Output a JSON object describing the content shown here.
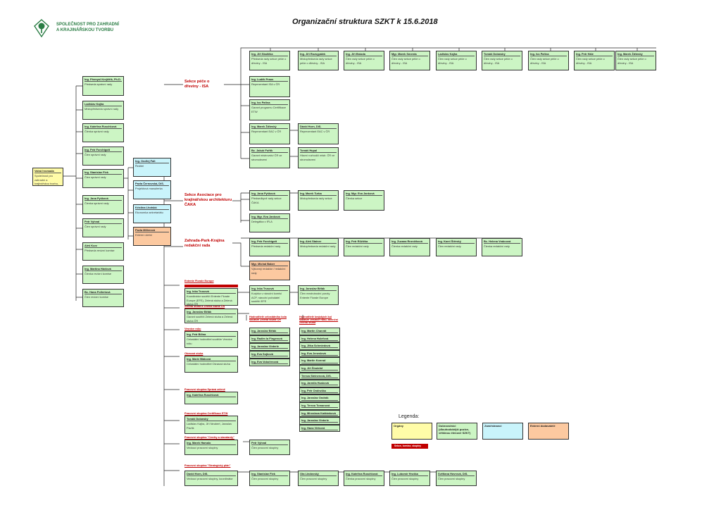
{
  "header": {
    "title": "Organizační struktura SZKT k 15.6.2018",
    "org_name_line1": "SPOLEČNOST PRO ZAHRADNÍ",
    "org_name_line2": "A KRAJINÁŘSKOU TVORBU"
  },
  "valna_hromada": {
    "name": "Valná hromada",
    "role": "Společnost pro zahradní a krajinářskou tvorbu, zapsaný spolek"
  },
  "council": [
    {
      "name": "Ing. Přemysl Krejčiřík, Ph.D.",
      "role": "Předseda správní rady"
    },
    {
      "name": "Ladislav Kajha",
      "role": "Místopředseda správní rady"
    },
    {
      "name": "Ing. Kateřina Ruschková",
      "role": "Členka správní rady"
    },
    {
      "name": "Ing. Petr Forchtgott",
      "role": "Člen správní rady"
    },
    {
      "name": "Ing. Stanislav Fiek",
      "role": "Člen správní rady"
    },
    {
      "name": "Ing. Jana Pyšková",
      "role": "Členka správní rady"
    },
    {
      "name": "Petr Vyhnal",
      "role": "Člen správní rady"
    },
    {
      "name": "Aleš Kurz",
      "role": "Předseda revizní komise"
    },
    {
      "name": "Ing. Martina Hávlová",
      "role": "Členka revizní komise"
    },
    {
      "name": "Bc. Hana Pollertová",
      "role": "Člen revizní komise"
    }
  ],
  "office": [
    {
      "name": "Ing. Ondřej Fait",
      "role": "Ředitel"
    },
    {
      "name": "Pavla Černovská, DiS.",
      "role": "Projektová manažerka"
    },
    {
      "name": "Kristina Lhotská",
      "role": "Ekonomka sekretariátu"
    },
    {
      "name": "Pavla Millerová",
      "role": "Externí účetní"
    }
  ],
  "sections": {
    "isa": "Sekce péče o dřeviny - ISA",
    "caka": "Sekce Asociace pro krajinářskou architekturu ČAKA",
    "zpk": "Zahrada-Park-Krajina redakční rada"
  },
  "isa_top": [
    {
      "name": "Ing. Jiří Skalička",
      "role": "Předseda rady sekce péče o dřeviny - ISA"
    },
    {
      "name": "Ing. Jiří Rozsypálek",
      "role": "Místopředseda rady sekce péče o dřeviny - ISA"
    },
    {
      "name": "Ing. Jiří Brázda",
      "role": "Člen rady sekce péče o dřeviny - ISA"
    },
    {
      "name": "Mgr. Marek Smerda",
      "role": "Člen rady sekce péče o dřeviny - ISA"
    },
    {
      "name": "Ladislav Kajha",
      "role": "Člen rady sekce péče o dřeviny - ISA"
    },
    {
      "name": "Tomáš Dolanský",
      "role": "Člen rady sekce péče o dřeviny - ISA"
    },
    {
      "name": "Ing. Ivo Pařina",
      "role": "Člen rady sekce péče o dřeviny - ISA"
    },
    {
      "name": "Ing. Petr Hále",
      "role": "Člen rady sekce péče o dřeviny - ISA"
    },
    {
      "name": "Ing. Marek Žďárský",
      "role": "Člen rady sekce péče o dřeviny - ISA"
    }
  ],
  "isa_col": [
    {
      "name": "Ing. Luděk Praus",
      "role": "Reprezentant ISA v ČR"
    },
    {
      "name": "Ing. Ivo Pařina",
      "role": "Garant programu Certifikace ETW"
    },
    {
      "name": "Ing. Marek Žďárský",
      "role": "Reprezentant EAC v ČR"
    },
    {
      "name": "Bc. Jakub Fořtík",
      "role": "Garant mistrovství ČR ve stromolezení"
    }
  ],
  "isa_col2": [
    {
      "name": "Dávid Horn, DiS.",
      "role": "Reprezentant EAC v ČR"
    },
    {
      "name": "Tomáš Hupal",
      "role": "Hlavní rozhodčí mistr. ČR ve stromolezení"
    }
  ],
  "caka_row": [
    {
      "name": "Ing. Jana Pyšková",
      "role": "Předsedkyně rady sekce ČAKA"
    },
    {
      "name": "Ing. Marek Turba",
      "role": "Místopředseda rady sekce"
    },
    {
      "name": "Ing. Mgr. Eva Janková",
      "role": "Členka sekce"
    }
  ],
  "caka_sub": {
    "name": "Ing. Mgr. Eva Janková",
    "role": "Delegátka v IFLA"
  },
  "zpk_row": [
    {
      "name": "Ing. Petr Forchtgott",
      "role": "Předseda redakční rady"
    },
    {
      "name": "Ing. Aleš Stainer",
      "role": "Místopředseda redakční rady"
    },
    {
      "name": "Ing. Petr Růžička",
      "role": "Člen redakční rady"
    },
    {
      "name": "Ing. Zuzana Rezničková",
      "role": "Členka redakční rady"
    },
    {
      "name": "Ing. Karel Štěrský",
      "role": "Člen redakční rady"
    },
    {
      "name": "Bc. Helena Vrabcová",
      "role": "Členka redakční rady"
    }
  ],
  "zpk_sub": {
    "name": "Mgr. Michal Baber",
    "role": "Výkonný redaktor / redakční rady"
  },
  "groups": {
    "efe_label": "Entente Florale Europe",
    "efe_lead": {
      "name": "Ing. Inka Trusová",
      "role": "Koordinátor soutěží Entente Florale Europe (EFE), Zelená stuha a Zelená stuha ČR"
    },
    "efe_right_a": {
      "name": "Ing. Inka Trusová",
      "role": "Kurýrka v národní komisi ACP, národní pořadatel soutěží EFE"
    },
    "efe_right_b": {
      "name": "Ing. Jaroslav Bělák",
      "role": "Člen mezinárodní poroty Entente Florale Europe"
    },
    "zs_label": "Zelená stuha a Zelená stuha ČR",
    "zs_lead": {
      "name": "Ing. Jaroslav Bělák",
      "role": "Garant soutěží Zelená stuha a Zelená stuha ČR"
    },
    "zs_col1_label": "Hodnotitelé celostátního kola soutěže Zelená stuha ČR",
    "zs_col1": [
      "Ing. Jaroslav Bělák",
      "Ing. Radim la Fingerová",
      "Ing. Jaroslav Vinterle",
      "Ing. Eva Sojková",
      "Ing. Eva Vobořenová"
    ],
    "zs_col2_label": "Hodnotitelé krajských kol soutěže Vesnice roku, ocenění Zelená stuha",
    "zs_col2": [
      "Ing. Martin Charvát",
      "Ing. Helena Holefová",
      "Ing. Jitka Schmiedová",
      "Ing. Eva Jeneslová",
      "Ing. Martin Konrad",
      "Ing. Jiří Šindelář",
      "Tereza Steinerová, DiS.",
      "Ing. Jarmila Husková",
      "Ing. Petr Ondruška",
      "Ing. Jaroslav Ondrák",
      "Ing. Tereza Tomanová",
      "Ing. Miroslava Kaštánková",
      "Ing. Jaroslav Vinterle",
      "Ing. Hana Vičková"
    ],
    "vr_label": "Vesnice roku",
    "vr_lead": {
      "name": "Ing. Petr Bílina",
      "role": "Celostátní hodnotitel soutěže Vesnice roku"
    },
    "os_label": "Okrasná stuha",
    "os_lead": {
      "name": "Ing. Marie Bláková",
      "role": "Celostátní hodnotitel Okrasná stuha"
    },
    "sp_label": "Pracovní skupina Správá zeleně",
    "sp_lead": {
      "name": "Ing. Kateřina Ruschková",
      "role": ""
    },
    "etw_label": "Pracovní skupina Certifikace ETW",
    "etw_lead": {
      "name": "Tomáš Dolanský",
      "role": "Ladislav Kajha, Jiří Neubert, Jaroslav Pavlík"
    },
    "cen_label": "Pracovní skupina \"Ceníky a standardy\"",
    "cen_lead": {
      "name": "Ing. Marek Hamalo",
      "role": "Vedoucí pracovní skupiny"
    },
    "cen_right": {
      "name": "Petr Vyhnal",
      "role": "Člen pracovní skupiny"
    },
    "str_label": "Pracovní skupina \"Strategický plán\"",
    "str_row": [
      {
        "name": "David Horn, DiS.",
        "role": "Vedoucí pracovní skupiny, koordinátor"
      },
      {
        "name": "Ing. Stanislav Fiek",
        "role": "Člen pracovní skupiny"
      },
      {
        "name": "Ota Lindovský",
        "role": "Člen pracovní skupiny"
      },
      {
        "name": "Ing. Kateřina Ruschková",
        "role": "Členka pracovní skupiny"
      },
      {
        "name": "Ing. Lubomír Hruška",
        "role": "Člen pracovní skupiny"
      },
      {
        "name": "Světlana Hovrová, DiS.",
        "role": "Člen pracovní skupiny"
      }
    ]
  },
  "legend": {
    "title": "Legenda:",
    "items": [
      {
        "label": "Orgány",
        "color": "#fffca8"
      },
      {
        "label": "Dobrovolníci (dlouhodobější pozice, většinou členové SZKT)",
        "color": "#ccf5c4"
      },
      {
        "label": "Zaměstnanci",
        "color": "#c9f4fb"
      },
      {
        "label": "Externí dodavatelé",
        "color": "#fcc9a0"
      }
    ],
    "red_label": "Sekce, komise, skupiny"
  },
  "colors": {
    "volunteer": "#ccf5c4",
    "organ": "#fffca8",
    "employee": "#c9f4fb",
    "external": "#fcc9a0",
    "section": "#c00000",
    "brand": "#2a7d44"
  }
}
